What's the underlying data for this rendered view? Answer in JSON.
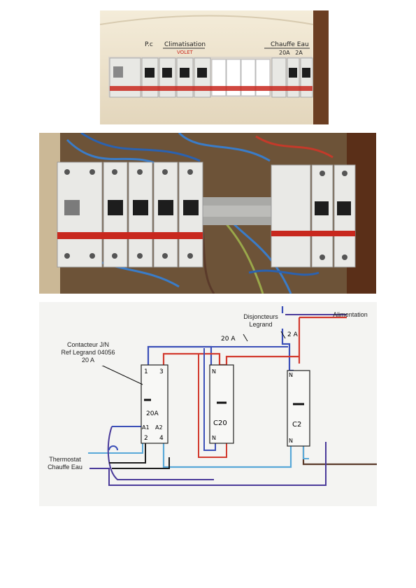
{
  "photo_panel": {
    "labels": {
      "pc": "P.c",
      "climatisation": "Climatisation",
      "volet": "VOLET",
      "chauffe_eau": "Chauffe Eau",
      "amps": "20A   2A"
    }
  },
  "diagram": {
    "contactor_label": [
      "Contacteur J/N",
      "Ref Legrand 04056",
      "20 A"
    ],
    "breakers_label": [
      "Disjoncteurs",
      "Legrand"
    ],
    "alimentation": "Alimentation",
    "thermostat": [
      "Thermostat",
      "Chauffe Eau"
    ],
    "hand": {
      "c20": "C20",
      "c2": "C2",
      "a20": "20A",
      "amp20": "20 A",
      "amp2": "2 A",
      "t1": "1",
      "t3": "3",
      "t2": "2",
      "t4": "4",
      "a1": "A1",
      "a2": "A2",
      "n": "N"
    }
  },
  "colors": {
    "wire_red": "#d23a2e",
    "wire_blue": "#3b4fb8",
    "wire_lightblue": "#58a8d8",
    "wire_brown": "#5a3a2a",
    "wire_purple": "#4a3a9a",
    "breaker_body": "#e9e9e6",
    "breaker_lever": "#1d1d1d",
    "legrand_red": "#c8281e"
  }
}
